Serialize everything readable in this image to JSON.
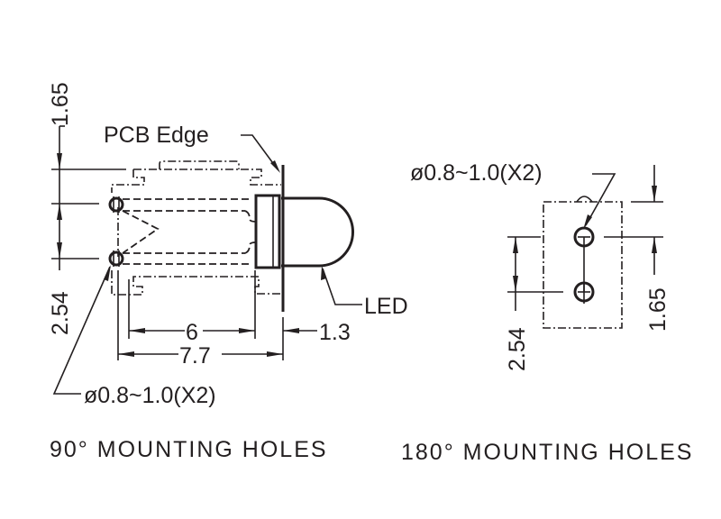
{
  "left_view": {
    "dim_top": "1.65",
    "dim_pitch": "2.54",
    "pcb_edge_label": "PCB Edge",
    "led_label": "LED",
    "dim_body": "6",
    "dim_offset": "1.3",
    "dim_total": "7.7",
    "hole_spec": "ø0.8~1.0(X2)",
    "caption": "90° MOUNTING HOLES"
  },
  "right_view": {
    "hole_spec": "ø0.8~1.0(X2)",
    "dim_top": "1.65",
    "dim_pitch": "2.54",
    "caption": "180° MOUNTING HOLES"
  }
}
